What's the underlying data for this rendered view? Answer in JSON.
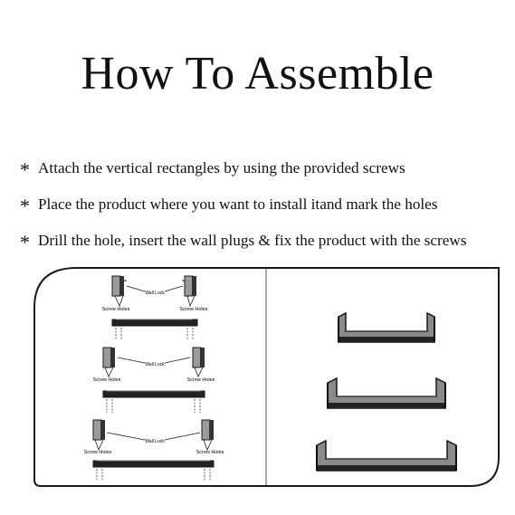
{
  "title": "How To Assemble",
  "steps": [
    {
      "bullet_icon": "asterisk-icon",
      "text": "Attach the vertical rectangles by using the provided screws"
    },
    {
      "bullet_icon": "asterisk-icon",
      "text": "Place the product where you want to install itand mark the holes"
    },
    {
      "bullet_icon": "asterisk-icon",
      "text": "Drill the hole, insert the wall plugs & fix the product with the screws"
    }
  ],
  "diagram": {
    "left_panel": {
      "label_wall_lock": "Wall Lock",
      "label_screw_holes": "Screw Holes",
      "shelf_count": 3
    },
    "right_panel": {
      "shelf_count": 3
    },
    "colors": {
      "outline": "#1a1a1a",
      "shelf_fill": "#8a8a8a",
      "shelf_dark": "#222222",
      "bracket_fill": "#9a9a9a"
    }
  }
}
